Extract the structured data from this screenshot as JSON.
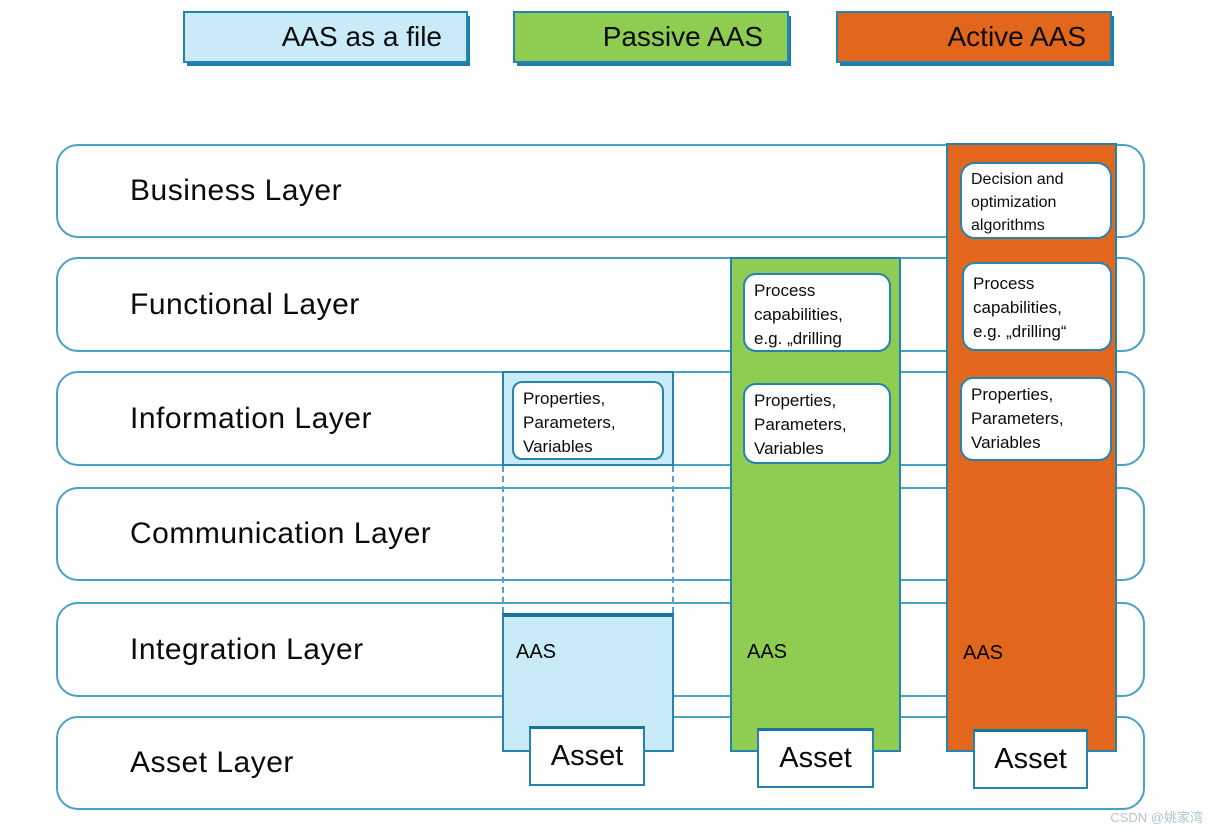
{
  "legend": {
    "items": [
      {
        "label": "AAS as a file",
        "color": "#c9ebf8"
      },
      {
        "label": "Passive AAS",
        "color": "#8fcc52"
      },
      {
        "label": "Active AAS",
        "color": "#e2671c"
      }
    ]
  },
  "layers": [
    {
      "label": "Business Layer"
    },
    {
      "label": "Functional Layer"
    },
    {
      "label": "Information Layer"
    },
    {
      "label": "Communication Layer"
    },
    {
      "label": "Integration Layer"
    },
    {
      "label": "Asset Layer"
    }
  ],
  "columns": {
    "file": {
      "properties_box": "Properties,\nParameters,\nVariables",
      "aas_label": "AAS",
      "asset_label": "Asset"
    },
    "passive": {
      "process_box": "Process\ncapabilities,\ne.g. „drilling",
      "properties_box": "Properties,\nParameters,\nVariables",
      "aas_label": "AAS",
      "asset_label": "Asset"
    },
    "active": {
      "decision_box": "Decision and\noptimization\nalgorithms",
      "process_box": "Process\ncapabilities,\ne.g. „drilling“",
      "properties_box": "Properties,\nParameters,\nVariables",
      "aas_label": "AAS",
      "asset_label": "Asset"
    }
  },
  "colors": {
    "light_blue": "#c9ebf8",
    "green": "#8fcc52",
    "orange": "#e2671c",
    "row_border": "#4aa1c6",
    "box_border": "#2484af",
    "dark_teal": "#17749e",
    "dashed_line": "#5b9bd5"
  },
  "watermark": "CSDN @姚家湾"
}
